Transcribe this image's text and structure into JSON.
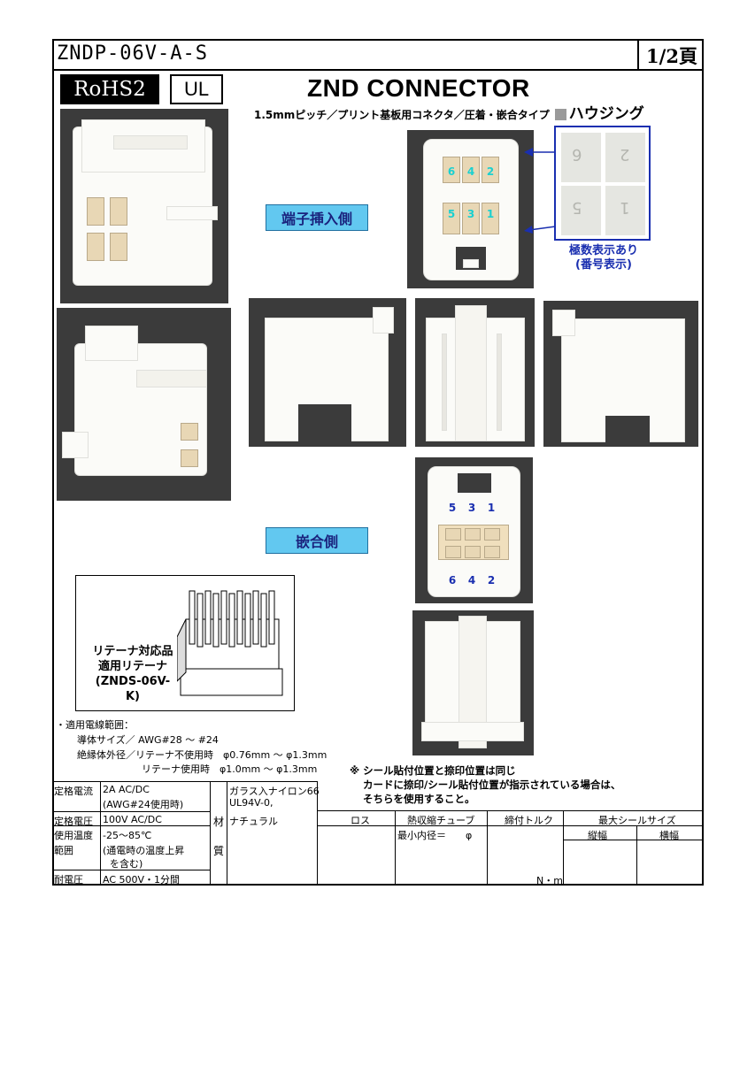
{
  "header": {
    "model": "ZNDP-06V-A-S",
    "page": "1/2頁",
    "rohs": "RoHS2",
    "ul": "UL",
    "title": "ZND CONNECTOR",
    "subtitle": "1.5mmピッチ／プリント基板用コネクタ／圧着・嵌合タイプ",
    "category": "ハウジング"
  },
  "views": {
    "insertion_side": "端子挿入側",
    "mating_side": "嵌合側",
    "pole_note_1": "極数表示あり",
    "pole_note_2": "(番号表示)",
    "top_numbers": [
      "6",
      "4",
      "2"
    ],
    "bottom_numbers": [
      "5",
      "3",
      "1"
    ],
    "mate_top_numbers": [
      "5",
      "3",
      "1"
    ],
    "mate_bottom_numbers": [
      "6",
      "4",
      "2"
    ],
    "embossed": [
      "6",
      "2",
      "5",
      "1"
    ]
  },
  "retainer": {
    "line1": "リテーナ対応品",
    "line2": "適用リテーナ",
    "line3": "(ZNDS-06V-K)"
  },
  "wire_range": {
    "heading": "・適用電線範囲：",
    "conductor": "導体サイズ／ AWG#28 ～ #24",
    "insulation": "絶縁体外径／リテーナ不使用時　φ0.76mm ～ φ1.3mm",
    "insulation2": "リテーナ使用時　φ1.0mm ～ φ1.3mm"
  },
  "seal_note": {
    "line1": "※ シール貼付位置と捺印位置は同じ",
    "line2": "カードに捺印/シール貼付位置が指示されている場合は、",
    "line3": "そちらを使用すること。"
  },
  "specs": {
    "rated_current_label": "定格電流",
    "rated_current_value": "2A AC/DC",
    "rated_current_note": "(AWG#24使用時)",
    "rated_voltage_label": "定格電圧",
    "rated_voltage_value": "100V AC/DC",
    "temp_label_1": "使用温度",
    "temp_label_2": "範囲",
    "temp_value": "-25～85℃",
    "temp_note_1": "(通電時の温度上昇",
    "temp_note_2": "を含む)",
    "withstand_label": "耐電圧",
    "withstand_value": "AC 500V・1分間",
    "material_label_1": "材",
    "material_label_2": "質",
    "material_1": "ガラス入ナイロン66",
    "material_2": "UL94V-0,",
    "material_3": "ナチュラル"
  },
  "table": {
    "loss": "ロス",
    "heat_shrink": "熱収縮チューブ",
    "inner_dia": "最小内径＝　　φ",
    "torque": "締付トルク",
    "torque_unit": "N・m",
    "seal_size": "最大シールサイズ",
    "height": "縦幅",
    "width": "横幅"
  }
}
